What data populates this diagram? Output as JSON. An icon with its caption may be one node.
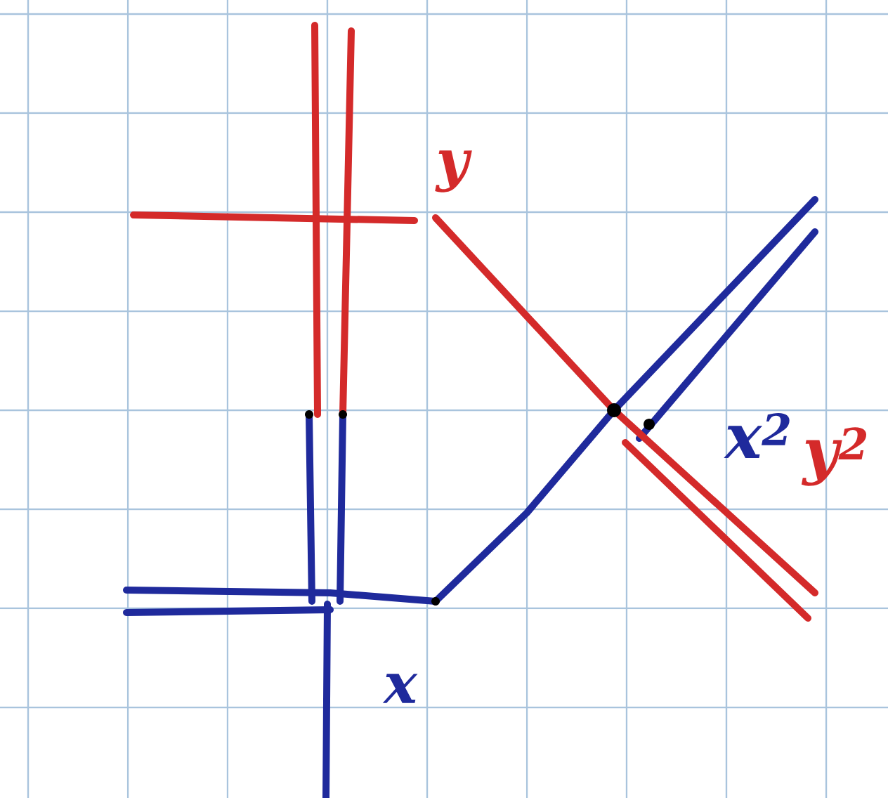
{
  "diagram": {
    "labels": [
      "y",
      "x",
      "x$^{2}$",
      "y$^{2}$"
    ]
  }
}
